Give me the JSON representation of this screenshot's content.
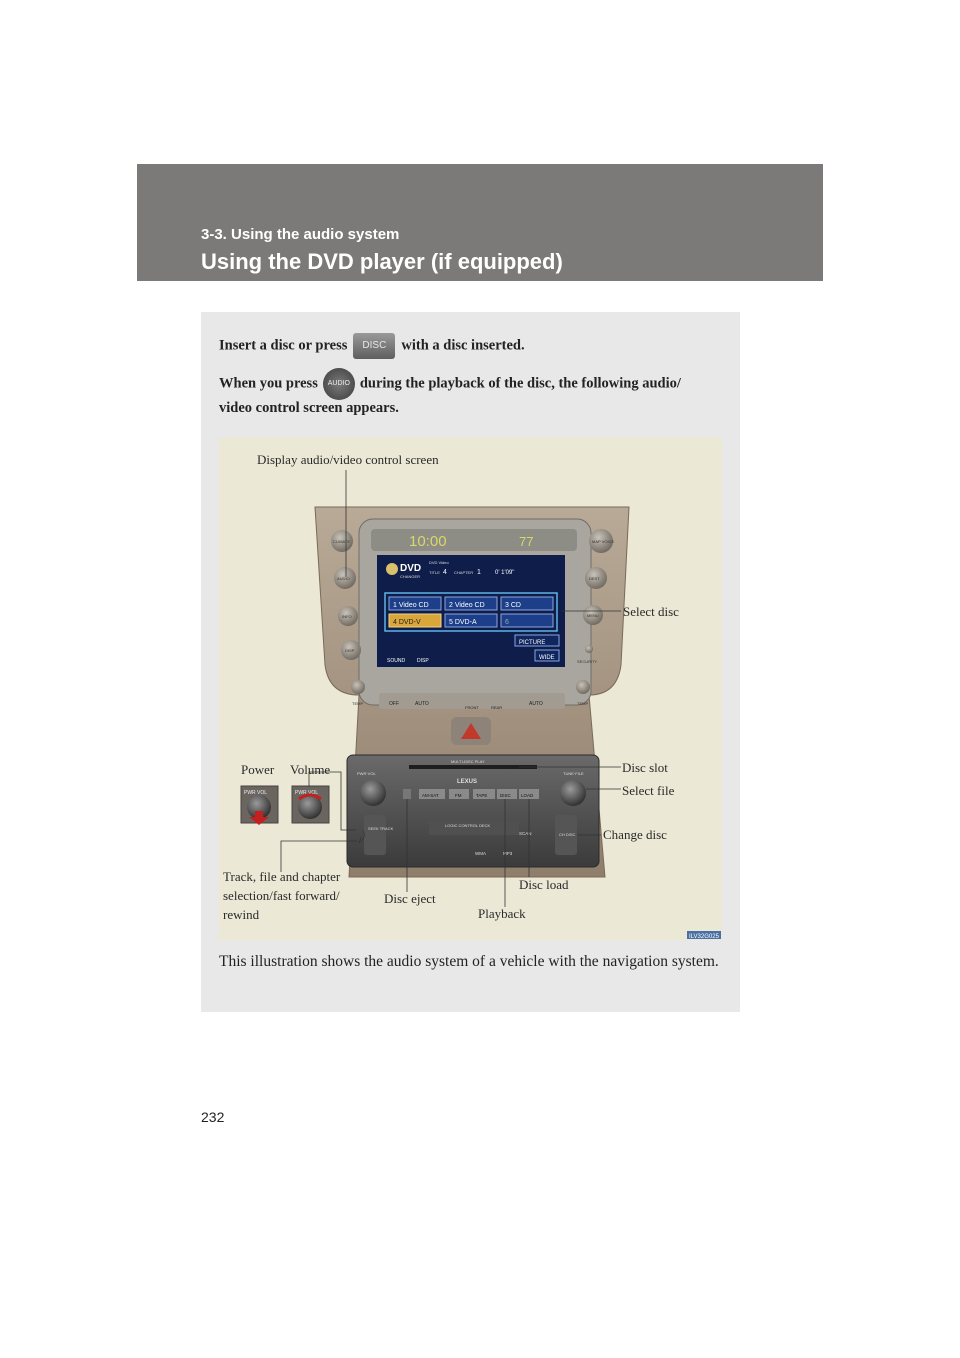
{
  "header": {
    "section": "3-3. Using the audio system",
    "title": "Using the DVD player (if equipped)"
  },
  "instructions": {
    "line1_before": "Insert a disc or press",
    "line1_button": "DISC",
    "line1_after": "with a disc inserted.",
    "line2_before": "When you press",
    "line2_button": "AUDIO",
    "line2_after": "during the playback of the disc, the following audio/",
    "line3": "video control screen appears."
  },
  "figure": {
    "labels": {
      "display_screen": "Display audio/video control screen",
      "select_disc": "Select disc",
      "power": "Power",
      "volume": "Volume",
      "disc_slot": "Disc slot",
      "select_file": "Select file",
      "change_disc": "Change disc",
      "track_selection": "Track, file and chapter selection/fast forward/ rewind",
      "disc_eject": "Disc eject",
      "playback": "Playback",
      "disc_load": "Disc load"
    },
    "screen": {
      "clock": "10:00",
      "temp": "77",
      "dvd_logo": "DVD",
      "dvd_sub": "CHANGER",
      "dvd_video": "DVD Video",
      "title_label": "TITLE",
      "title_value": "4",
      "chapter_label": "CHAPTER",
      "chapter_value": "1",
      "time": "0' 1'09\"",
      "discs": [
        "1 Video CD",
        "2 Video CD",
        "3 CD",
        "4 DVD-V",
        "5 DVD-A",
        "6"
      ],
      "picture_btn": "PICTURE",
      "wide_btn": "WIDE",
      "sound_btn": "SOUND",
      "disp_btn": "DISP"
    },
    "panel_buttons": {
      "left": [
        "CLIMATE",
        "AUDIO",
        "INFO",
        "DISP",
        "TEMP"
      ],
      "right": [
        "MAP VOICE",
        "DEST",
        "MENU",
        "SECURITY",
        "TEMP"
      ],
      "climate_row": [
        "OFF",
        "AUTO",
        "FRONT",
        "REAR",
        "AUTO"
      ],
      "source_row": [
        "AM-SAT",
        "FM",
        "TAPE",
        "DISC",
        "LOAD"
      ],
      "pwr_vol": "PWR·VOL",
      "tune_file": "TUNE·FILE",
      "seek_track": "SEEK TRACK",
      "scan": "SCAN",
      "ch_disc": "CH DISC",
      "brand": "LEXUS",
      "multi_disc": "MULTI-DISC PLAY",
      "logic": "LOGIC CONTROL DECK",
      "wma": "WMA",
      "mp3": "MP3",
      "knob_label": "PWR VOL"
    },
    "code": "ILV32G025"
  },
  "caption": "This illustration shows the audio system of a vehicle with the navigation system.",
  "page_number": "232"
}
